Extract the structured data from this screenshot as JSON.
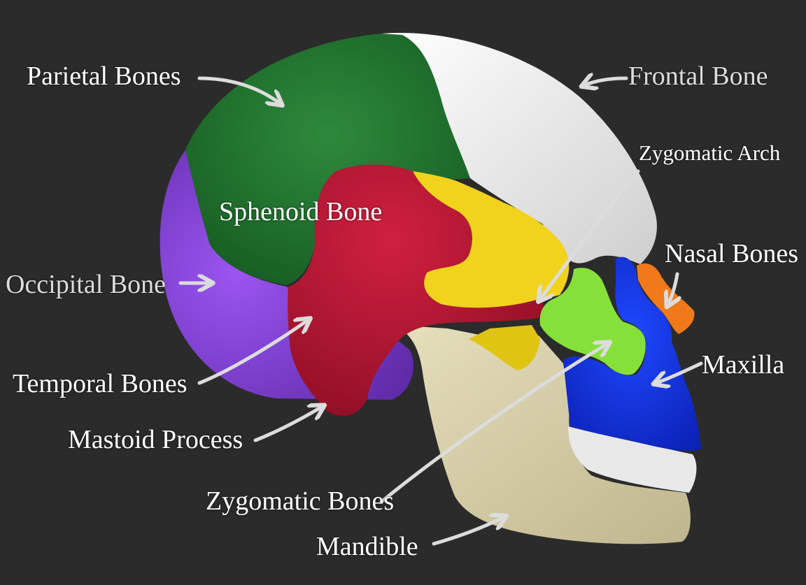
{
  "labels": {
    "parietal": "Parietal Bones",
    "frontal": "Frontal Bone",
    "zygomatic_arch": "Zygomatic Arch",
    "sphenoid": "Sphenoid Bone",
    "nasal": "Nasal Bones",
    "occipital": "Occipital Bone",
    "maxilla": "Maxilla",
    "temporal": "Temporal Bones",
    "mastoid": "Mastoid Process",
    "zygomatic_bones": "Zygomatic Bones",
    "mandible": "Mandible"
  },
  "colors": {
    "background": "#2b2b2b",
    "parietal": "#1f6b2a",
    "frontal": "#f0f0f0",
    "occipital": "#7b3fd6",
    "temporal": "#b3152f",
    "sphenoid_yellow": "#f1d21d",
    "zygomatic": "#86e03a",
    "maxilla": "#1232e0",
    "nasal": "#f07a1a",
    "mandible": "#d9d2ac",
    "teeth": "#ececec",
    "arrow": "#dcdcdc"
  }
}
